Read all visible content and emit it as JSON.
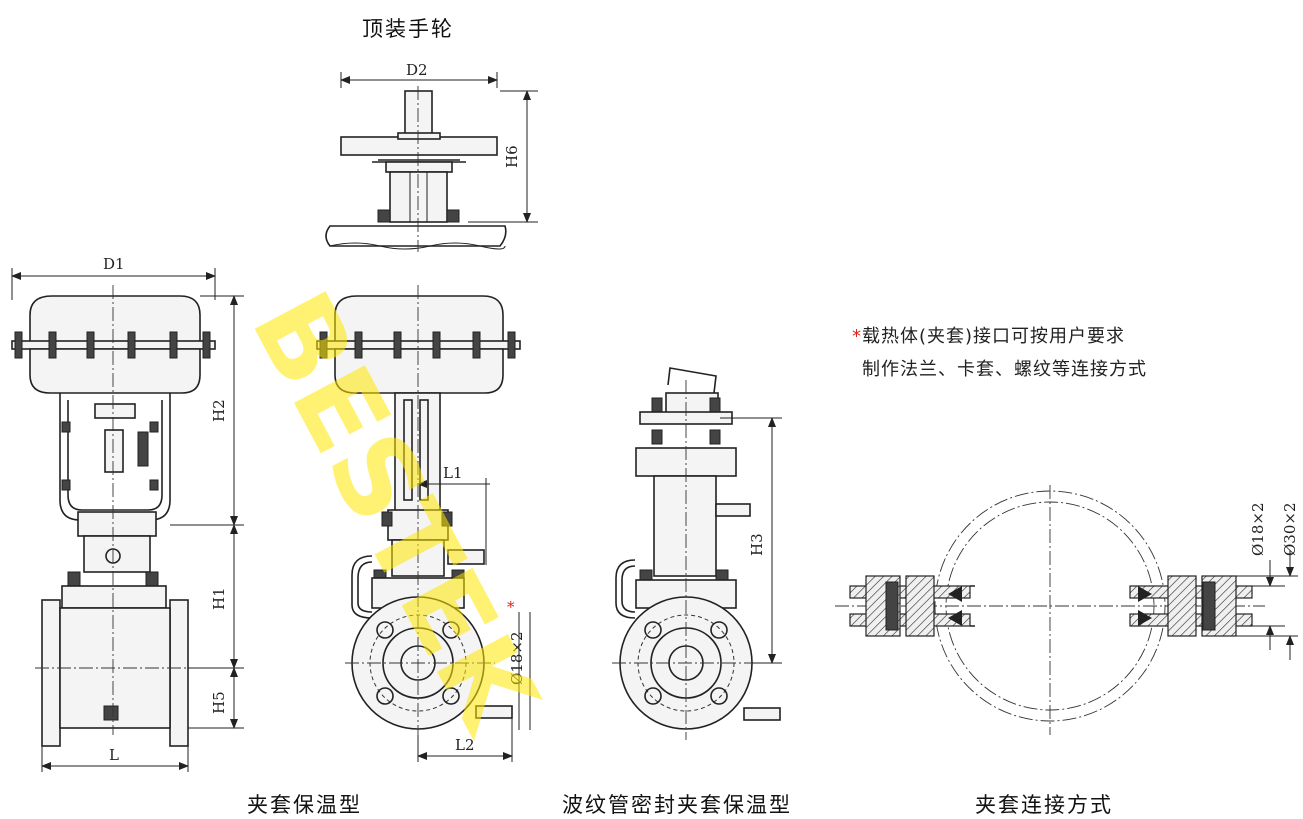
{
  "captions": {
    "top_handwheel": "顶装手轮",
    "jacket_type": "夹套保温型",
    "bellows_jacket_type": "波纹管密封夹套保温型",
    "jacket_connection": "夹套连接方式"
  },
  "note": {
    "star": "*",
    "line1": "载热体(夹套)接口可按用户要求",
    "line2": "制作法兰、卡套、螺纹等连接方式"
  },
  "dimensions": {
    "d1": "D1",
    "d2": "D2",
    "h1": "H1",
    "h2": "H2",
    "h3": "H3",
    "h5": "H5",
    "h6": "H6",
    "l": "L",
    "l1": "L1",
    "l2": "L2",
    "phi18": "Ø18×2",
    "phi18_star": "*",
    "phi18_b": "Ø18×2",
    "phi30": "Ø30×2"
  },
  "watermark": "BESTEK",
  "colors": {
    "line": "#222222",
    "accent_star": "#e0201a",
    "watermark": "#ffe600"
  }
}
